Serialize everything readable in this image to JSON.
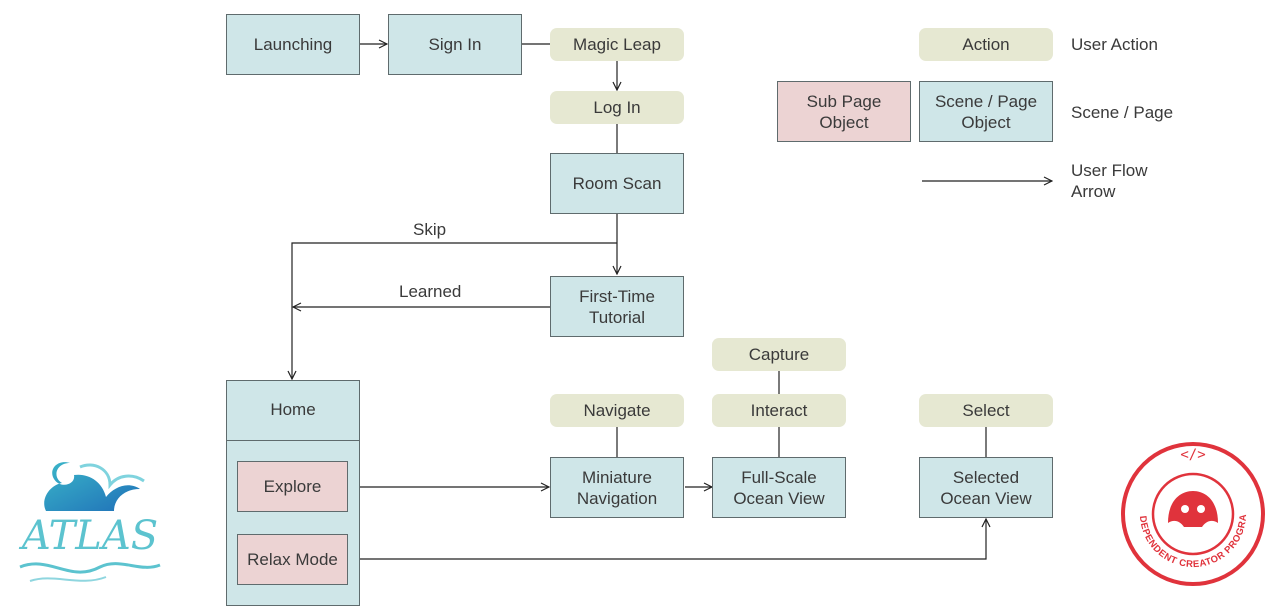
{
  "nodes": {
    "launching": "Launching",
    "sign_in": "Sign In",
    "magic_leap": "Magic Leap",
    "log_in": "Log In",
    "room_scan": "Room Scan",
    "first_time_tutorial": "First-Time\nTutorial",
    "home": "Home",
    "explore": "Explore",
    "relax_mode": "Relax Mode",
    "navigate": "Navigate",
    "miniature_navigation": "Miniature\nNavigation",
    "capture": "Capture",
    "interact": "Interact",
    "full_scale_ocean_view": "Full-Scale\nOcean View",
    "select": "Select",
    "selected_ocean_view": "Selected\nOcean View"
  },
  "edge_labels": {
    "skip": "Skip",
    "learned": "Learned"
  },
  "legend": {
    "action_box": "Action",
    "action_text": "User Action",
    "sub_page_box": "Sub Page\nObject",
    "scene_page_box": "Scene / Page\nObject",
    "scene_page_text": "Scene / Page",
    "arrow_text": "User Flow\nArrow"
  },
  "logos": {
    "atlas": "ATLAS",
    "badge_text": "INDEPENDENT CREATOR PROGRAM",
    "badge_symbol": "</>"
  },
  "colors": {
    "scene": "#cfe6e8",
    "sub_page": "#ecd3d3",
    "action": "#e6e8d2",
    "badge_red": "#e0333c",
    "atlas_teal": "#3bb7c9"
  }
}
